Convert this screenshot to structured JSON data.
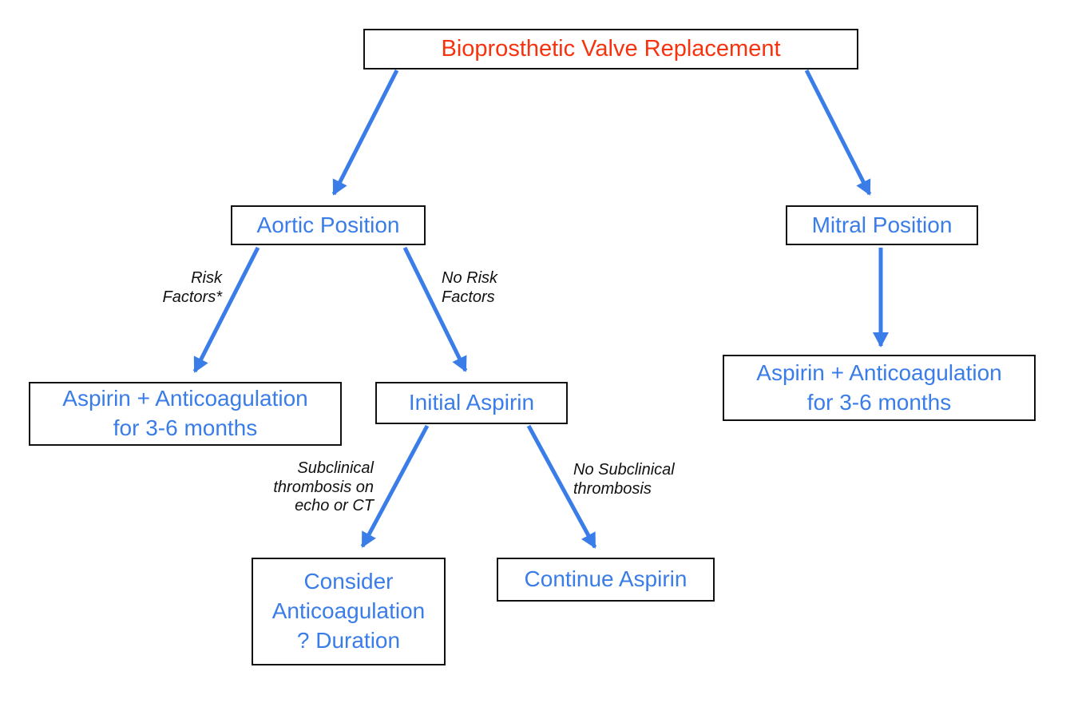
{
  "diagram": {
    "type": "decision-flowchart",
    "colors": {
      "title_text": "#f5330f",
      "node_text": "#3a7de8",
      "arrow": "#3a7de8",
      "node_border": "#111111",
      "edge_label_text": "#111111",
      "background": "#ffffff"
    },
    "nodes": [
      {
        "id": "root",
        "label": "Bioprosthetic Valve Replacement"
      },
      {
        "id": "aortic-position",
        "label": "Aortic Position"
      },
      {
        "id": "mitral-position",
        "label": "Mitral Position"
      },
      {
        "id": "aspirin-anticoag-aortic",
        "label": "Aspirin + Anticoagulation\nfor 3-6 months"
      },
      {
        "id": "initial-aspirin",
        "label": "Initial Aspirin"
      },
      {
        "id": "aspirin-anticoag-mitral",
        "label": "Aspirin + Anticoagulation\nfor 3-6 months"
      },
      {
        "id": "consider-anticoag",
        "label": "Consider\nAnticoagulation\n? Duration"
      },
      {
        "id": "continue-aspirin",
        "label": "Continue Aspirin"
      }
    ],
    "edge_labels": [
      {
        "id": "risk-factors",
        "text": "Risk\nFactors*"
      },
      {
        "id": "no-risk-factors",
        "text": "No Risk\nFactors"
      },
      {
        "id": "subclinical-thrombosis",
        "text": "Subclinical\nthrombosis on\necho or CT"
      },
      {
        "id": "no-subclinical-thrombosis",
        "text": "No Subclinical\nthrombosis"
      }
    ],
    "edges": [
      {
        "from": "root",
        "to": "aortic-position",
        "label": ""
      },
      {
        "from": "root",
        "to": "mitral-position",
        "label": ""
      },
      {
        "from": "aortic-position",
        "to": "aspirin-anticoag-aortic",
        "label": "Risk Factors*"
      },
      {
        "from": "aortic-position",
        "to": "initial-aspirin",
        "label": "No Risk Factors"
      },
      {
        "from": "mitral-position",
        "to": "aspirin-anticoag-mitral",
        "label": ""
      },
      {
        "from": "initial-aspirin",
        "to": "consider-anticoag",
        "label": "Subclinical thrombosis on echo or CT"
      },
      {
        "from": "initial-aspirin",
        "to": "continue-aspirin",
        "label": "No Subclinical thrombosis"
      }
    ]
  }
}
